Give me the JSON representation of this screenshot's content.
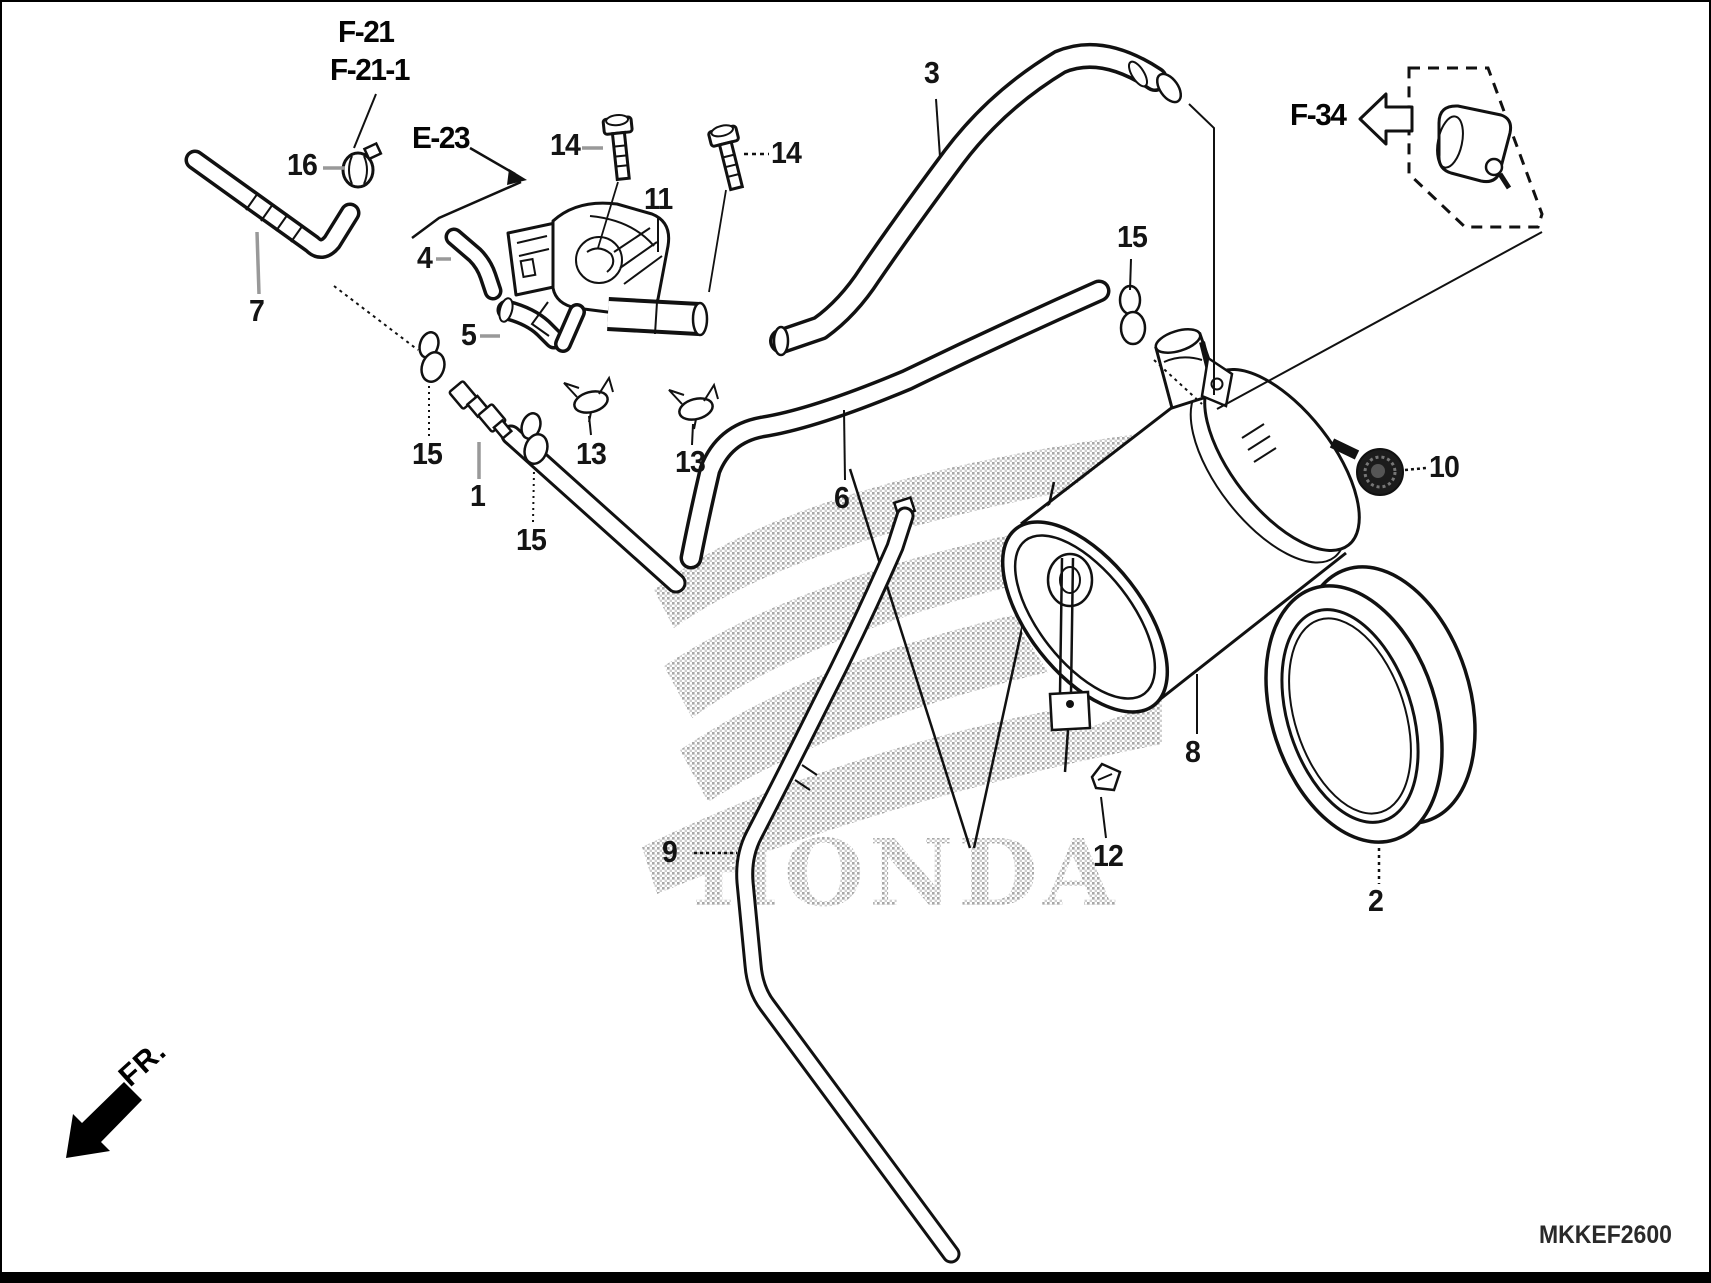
{
  "references": {
    "f21": "F-21",
    "f21_1": "F-21-1",
    "e23": "E-23",
    "f34": "F-34"
  },
  "parts": {
    "n1": "1",
    "n2": "2",
    "n3": "3",
    "n4": "4",
    "n5": "5",
    "n6": "6",
    "n7": "7",
    "n8": "8",
    "n9": "9",
    "n10": "10",
    "n11": "11",
    "n12": "12",
    "n13": "13",
    "n14": "14",
    "n15": "15",
    "n16": "16"
  },
  "watermark": {
    "brand": "HONDA"
  },
  "footer": {
    "plate_code": "MKKEF2600"
  },
  "orientation": {
    "front_label": "FR."
  },
  "colors": {
    "line": "#111111",
    "watermark_gray": "#b5b5b5",
    "background": "#ffffff"
  }
}
